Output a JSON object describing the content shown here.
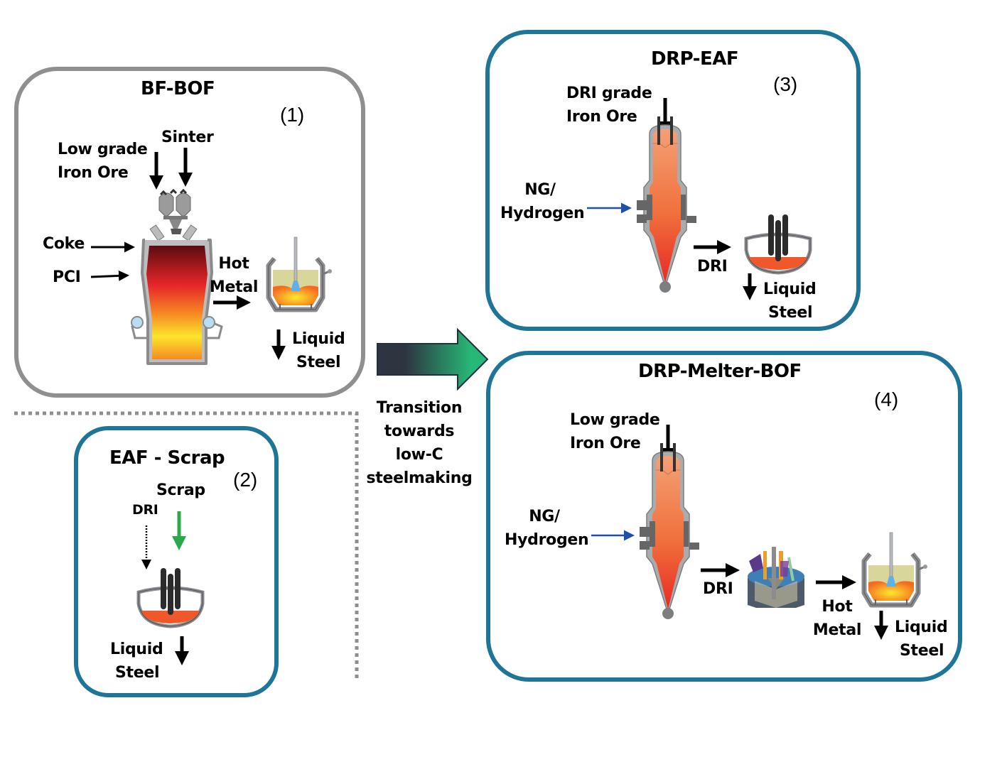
{
  "colors": {
    "legacy_border": "#8f8f8f",
    "low_carbon_border": "#1f7598",
    "arrow_black": "#000000",
    "arrow_blue": "#1f4fa8",
    "arrow_green": "#2aa84a",
    "transition_dark": "#2e3440",
    "transition_green": "#27b877",
    "molten_orange": "#f0572a"
  },
  "bf_bof": {
    "title": "BF-BOF",
    "number": "(1)",
    "inputs": {
      "ore_line1": "Low grade",
      "ore_line2": "Iron Ore",
      "sinter": "Sinter",
      "coke": "Coke",
      "pci": "PCI"
    },
    "intermediate_line1": "Hot",
    "intermediate_line2": "Metal",
    "output_line1": "Liquid",
    "output_line2": "Steel"
  },
  "eaf_scrap": {
    "title": "EAF - Scrap",
    "number": "(2)",
    "scrap": "Scrap",
    "dri": "DRI",
    "output_line1": "Liquid",
    "output_line2": "Steel"
  },
  "drp_eaf": {
    "title": "DRP-EAF",
    "number": "(3)",
    "ore_line1": "DRI grade",
    "ore_line2": "Iron Ore",
    "gas_line1": "NG/",
    "gas_line2": "Hydrogen",
    "intermediate": "DRI",
    "output_line1": "Liquid",
    "output_line2": "Steel"
  },
  "drp_melter_bof": {
    "title": "DRP-Melter-BOF",
    "number": "(4)",
    "ore_line1": "Low grade",
    "ore_line2": "Iron Ore",
    "gas_line1": "NG/",
    "gas_line2": "Hydrogen",
    "intermediate": "DRI",
    "hot_metal_line1": "Hot",
    "hot_metal_line2": "Metal",
    "output_line1": "Liquid",
    "output_line2": "Steel"
  },
  "transition": {
    "line1": "Transition",
    "line2": "towards",
    "line3": "low-C",
    "line4": "steelmaking"
  }
}
